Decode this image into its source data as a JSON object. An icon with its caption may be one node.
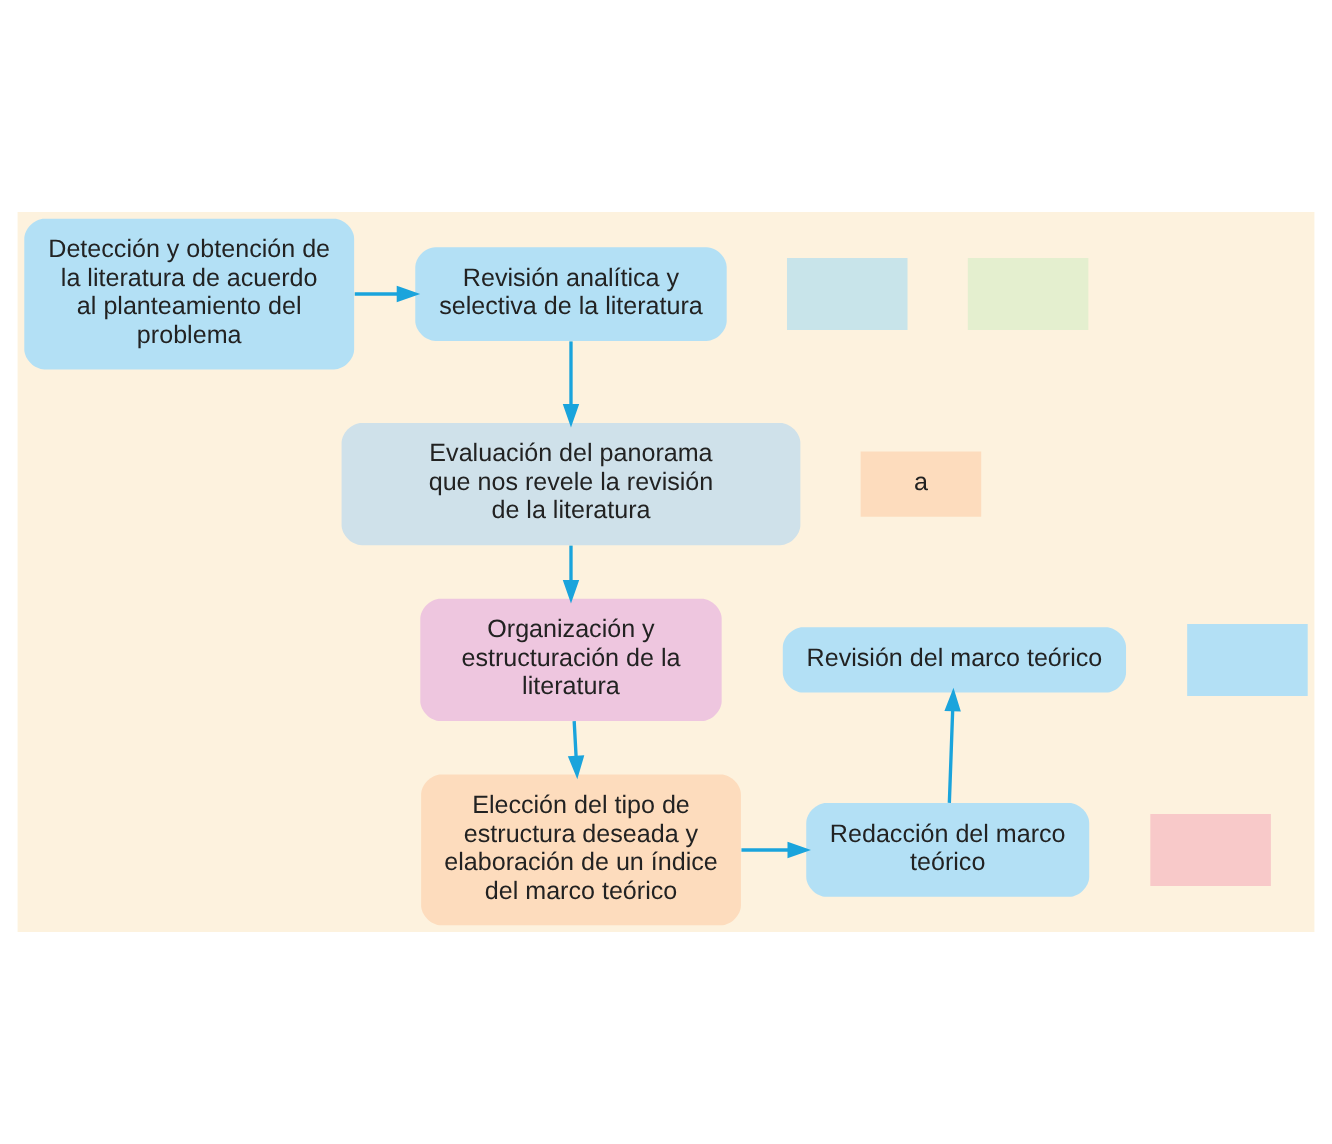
{
  "diagram": {
    "nodes": [
      {
        "text": [
          "Detección y obtención de la literatura de acuerdo al planteamiento del problema"
        ]
      },
      {
        "text": [
          "Revisión analítica y selectiva de la literatura"
        ]
      },
      {
        "text": [
          "Evaluación del panorama que nos revele la revisión de la literatura"
        ]
      },
      {
        "text": [
          "Organización y estructuración de la literatura"
        ]
      },
      {
        "text": [
          "Elección del tipo de estructura deseada y elaboración de un índice del marco teórico"
        ]
      },
      {
        "text": [
          "Redacción del marco teórico"
        ]
      },
      {
        "text": [
          "Revisión del marco teórico"
        ]
      },
      {
        "text": [
          "a"
        ]
      },
      {
        "text": [],
        "shape": "box"
      },
      {
        "text": [],
        "shape": "box"
      },
      {
        "text": [],
        "shape": "box"
      },
      {
        "text": [],
        "shape": "box"
      }
    ],
    "edges": [
      {
        "from": 0,
        "to": 1,
        "arrow": "to"
      },
      {
        "from": 1,
        "to": 2,
        "arrow": "to"
      },
      {
        "from": 2,
        "to": 3,
        "arrow": "to"
      },
      {
        "from": 3,
        "to": 4,
        "arrow": "to"
      },
      {
        "from": 4,
        "to": 5,
        "arrow": "to"
      },
      {
        "from": 5,
        "to": 6,
        "arrow": "to"
      }
    ]
  }
}
